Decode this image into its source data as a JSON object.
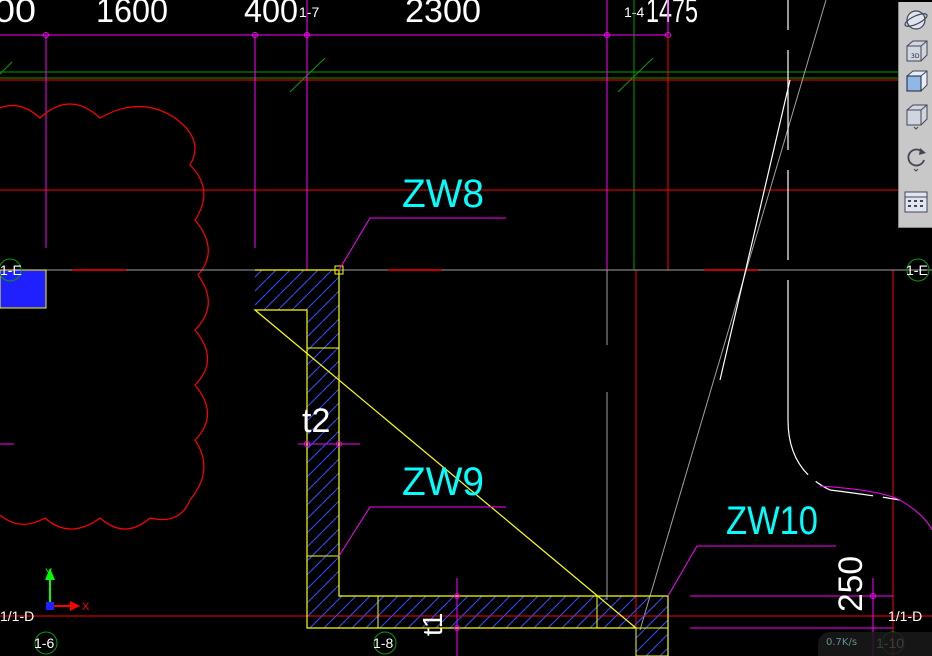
{
  "dimensions": {
    "d_left": "00",
    "d_1600": "1600",
    "d_400": "400",
    "d_2300": "2300",
    "d_1475": "1475",
    "d_250": "250"
  },
  "walls": {
    "zw8": "ZW8",
    "zw9": "ZW9",
    "zw10": "ZW10"
  },
  "marks": {
    "t2": "t2",
    "t1": "t1"
  },
  "axes": {
    "left_e": "1-E",
    "right_e": "1-E",
    "left_d": "1/1-D",
    "right_d": "1/1-D",
    "a16": "1-6",
    "a18": "1-8",
    "a17": "1-7",
    "a14": "1-4",
    "a110": "1-10"
  },
  "ucs": {
    "x": "X",
    "y": "Y"
  },
  "status": {
    "speed": "0.7K/s"
  },
  "toolbar": {
    "items": [
      "orbit-icon",
      "3d-view-icon",
      "cube-front-icon",
      "cube-side-icon",
      "rotate-icon",
      "grid-panel-icon"
    ]
  },
  "colors": {
    "magenta": "#ff00ff",
    "red": "#ff0000",
    "yellow": "#ffff00",
    "cyan": "#00ffff",
    "green": "#00a000",
    "gray": "#a0a0a0",
    "blue": "#2020ff"
  }
}
